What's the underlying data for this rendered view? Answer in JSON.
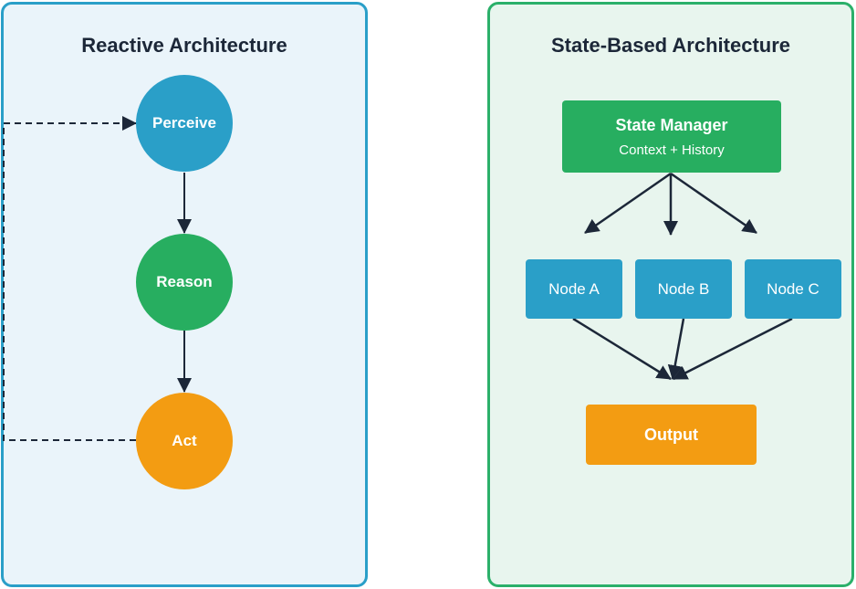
{
  "reactive": {
    "title": "Reactive Architecture",
    "perceive": "Perceive",
    "reason": "Reason",
    "act": "Act"
  },
  "state_based": {
    "title": "State-Based Architecture",
    "state_manager": {
      "title": "State Manager",
      "subtitle": "Context + History"
    },
    "nodes": [
      "Node A",
      "Node B",
      "Node C"
    ],
    "output": "Output"
  },
  "colors": {
    "perceive": "#2a9fc8",
    "reason": "#27ae60",
    "act": "#f39c12",
    "state_manager": "#27ae60",
    "node": "#2a9fc8",
    "output": "#f39c12",
    "arrow": "#1c2738"
  }
}
